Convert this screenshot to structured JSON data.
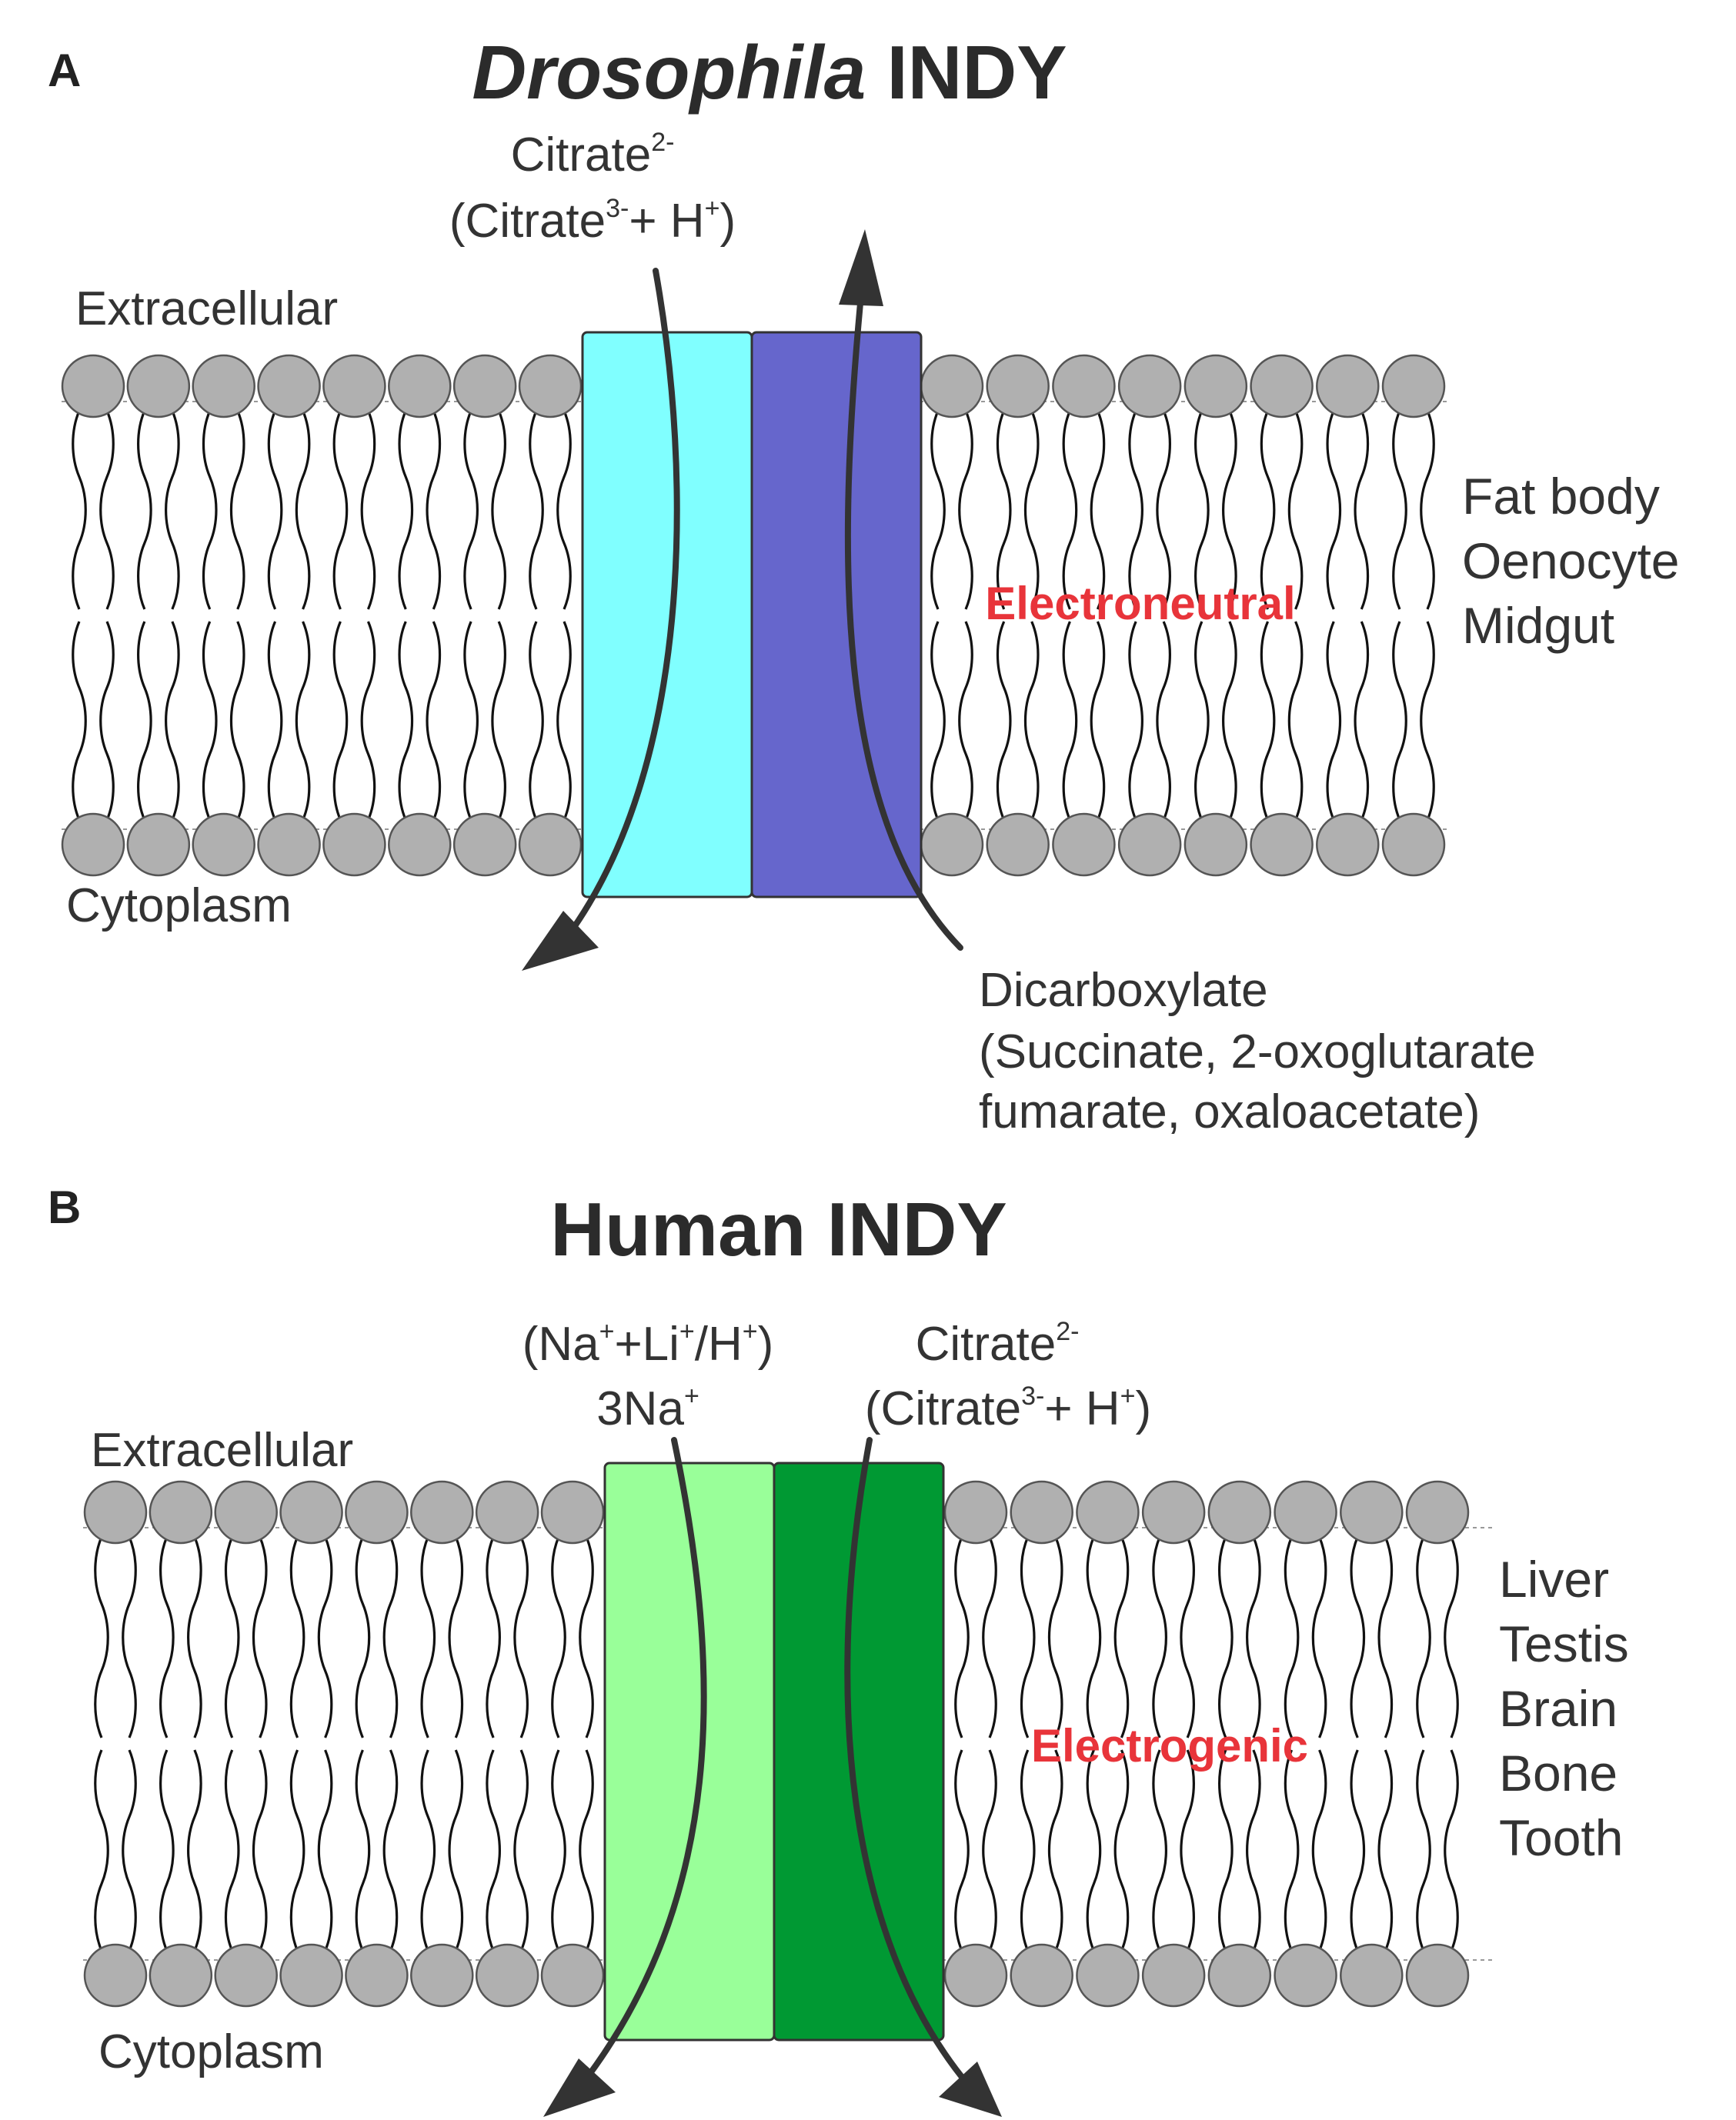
{
  "colors": {
    "panelA_left": "#80ffff",
    "panelA_right": "#6666cc",
    "panelB_left": "#99ff99",
    "panelB_right": "#009933",
    "mode_text": "#e8343a",
    "lipid_head": "#b0b0b0"
  },
  "panelA": {
    "letter": "A",
    "title_italic": "Drosophila",
    "title_rest": " INDY",
    "extracellular": "Extracellular",
    "cytoplasm": "Cytoplasm",
    "in_substrate": {
      "line1_base": "Citrate",
      "line1_sup": "2-",
      "line2_open": "(Citrate",
      "line2_sup1": "3-",
      "line2_mid": "+ H",
      "line2_sup2": "+",
      "line2_close": ")"
    },
    "out_substrate": {
      "line1": "Dicarboxylate",
      "line2": "(Succinate, 2-oxoglutarate",
      "line3": "fumarate, oxaloacetate)"
    },
    "mode": "Electroneutral",
    "tissues": [
      "Fat body",
      "Oenocyte",
      "Midgut"
    ]
  },
  "panelB": {
    "letter": "B",
    "title": "Human INDY",
    "extracellular": "Extracellular",
    "cytoplasm": "Cytoplasm",
    "cation": {
      "line1_open": "(Na",
      "line1_sup1": "+",
      "line1_mid1": "+Li",
      "line1_sup2": "+",
      "line1_mid2": "/H",
      "line1_sup3": "+",
      "line1_close": ")",
      "line2_base": "3Na",
      "line2_sup": "+"
    },
    "citrate": {
      "line1_base": "Citrate",
      "line1_sup": "2-",
      "line2_open": "(Citrate",
      "line2_sup1": "3-",
      "line2_mid": "+ H",
      "line2_sup2": "+",
      "line2_close": ")"
    },
    "mode": "Electrogenic",
    "tissues": [
      "Liver",
      "Testis",
      "Brain",
      "Bone",
      "Tooth"
    ]
  }
}
